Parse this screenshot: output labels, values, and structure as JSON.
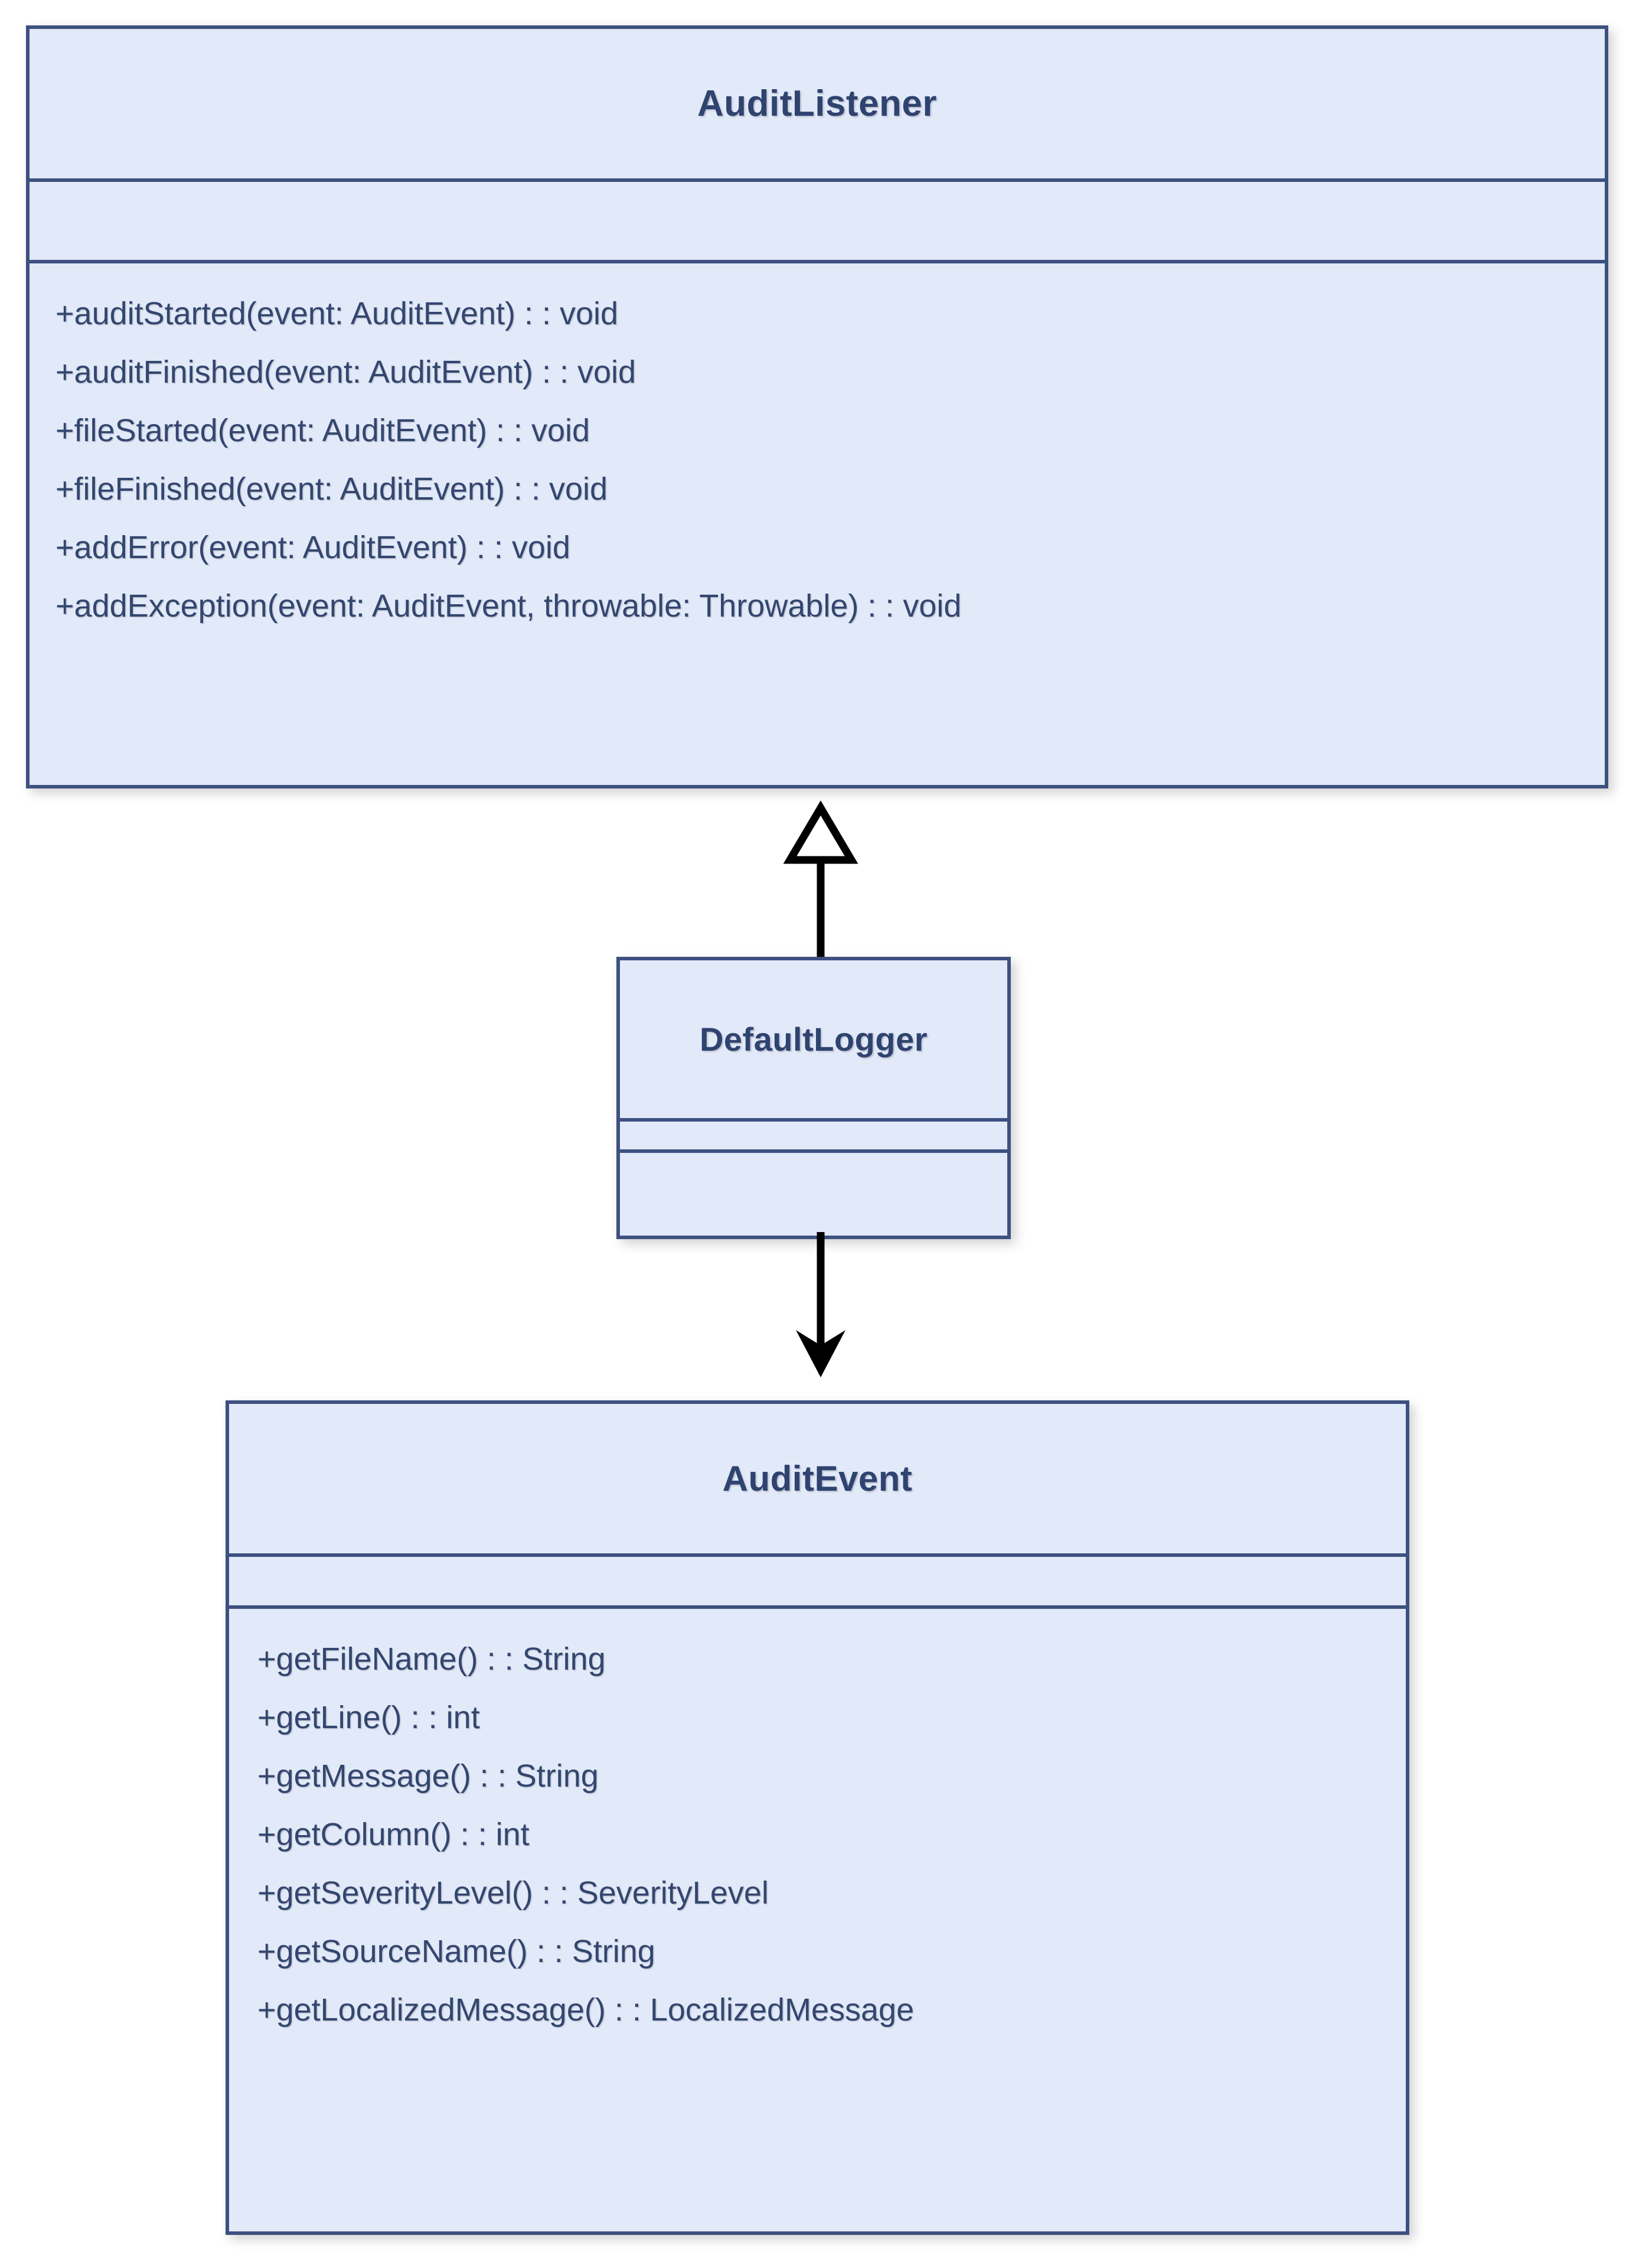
{
  "diagram": {
    "kind": "uml-class-diagram",
    "background_color": "#ffffff",
    "palette": {
      "box_fill": "#e2e9f8",
      "box_border": "#3d5180",
      "title_text": "#2f4370",
      "member_text": "#33466f",
      "connector": "#000000"
    },
    "classes": [
      {
        "id": "audit-listener",
        "name": "AuditListener",
        "attributes": [],
        "methods": [
          "+auditStarted(event: AuditEvent) : : void",
          "+auditFinished(event: AuditEvent) : : void",
          "+fileStarted(event: AuditEvent) : : void",
          "+fileFinished(event: AuditEvent) : : void",
          "+addError(event: AuditEvent) : : void",
          "+addException(event: AuditEvent, throwable: Throwable) : : void"
        ]
      },
      {
        "id": "default-logger",
        "name": "DefaultLogger",
        "attributes": [],
        "methods": []
      },
      {
        "id": "audit-event",
        "name": "AuditEvent",
        "attributes": [],
        "methods": [
          "+getFileName() : : String",
          "+getLine() : : int",
          "+getMessage() : : String",
          "+getColumn() : : int",
          "+getSeverityLevel() : : SeverityLevel",
          "+getSourceName() : : String",
          "+getLocalizedMessage() : : LocalizedMessage"
        ]
      }
    ],
    "connectors": [
      {
        "id": "generalization",
        "type": "generalization",
        "arrowhead": "hollow-triangle",
        "from": "default-logger",
        "to": "audit-listener",
        "direction": "up",
        "label": ""
      },
      {
        "id": "dependency",
        "type": "directed-association",
        "arrowhead": "solid-arrow",
        "from": "default-logger",
        "to": "audit-event",
        "direction": "down",
        "label": ""
      }
    ]
  }
}
